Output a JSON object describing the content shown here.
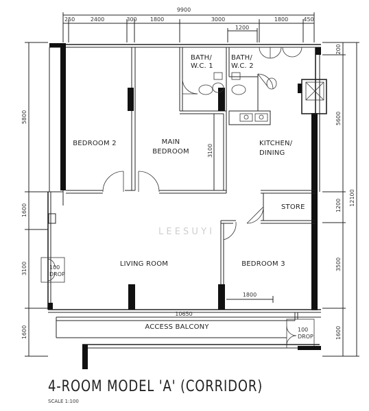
{
  "plan": {
    "title": "4-ROOM MODEL 'A' (CORRIDOR)",
    "scale": "SCALE  1:100",
    "watermark": "L  E  E     S  U  Y  I"
  },
  "dimensions": {
    "top_overall": "9900",
    "top_segments": [
      "250",
      "2400",
      "300",
      "1800",
      "3000",
      "1800",
      "450"
    ],
    "top_sub": "1200",
    "left": [
      "5800",
      "1600",
      "3100",
      "1600"
    ],
    "right_segments": [
      "200",
      "5600",
      "1200",
      "3500",
      "1600"
    ],
    "right_overall": "12100",
    "bath_wall": "3100",
    "bottom_overall": "10650",
    "bedroom3_width": "1800"
  },
  "rooms": {
    "bedroom2": "BEDROOM 2",
    "main_bedroom_1": "MAIN",
    "main_bedroom_2": "BEDROOM",
    "bath1_1": "BATH/",
    "bath1_2": "W.C. 1",
    "bath2_1": "BATH/",
    "bath2_2": "W.C. 2",
    "kitchen_1": "KITCHEN/",
    "kitchen_2": "DINING",
    "store": "STORE",
    "living": "LIVING ROOM",
    "bedroom3": "BEDROOM 3",
    "balcony": "ACCESS   BALCONY"
  },
  "drops": {
    "left_1": "100",
    "left_2": "DROP",
    "right_1": "100",
    "right_2": "DROP"
  }
}
